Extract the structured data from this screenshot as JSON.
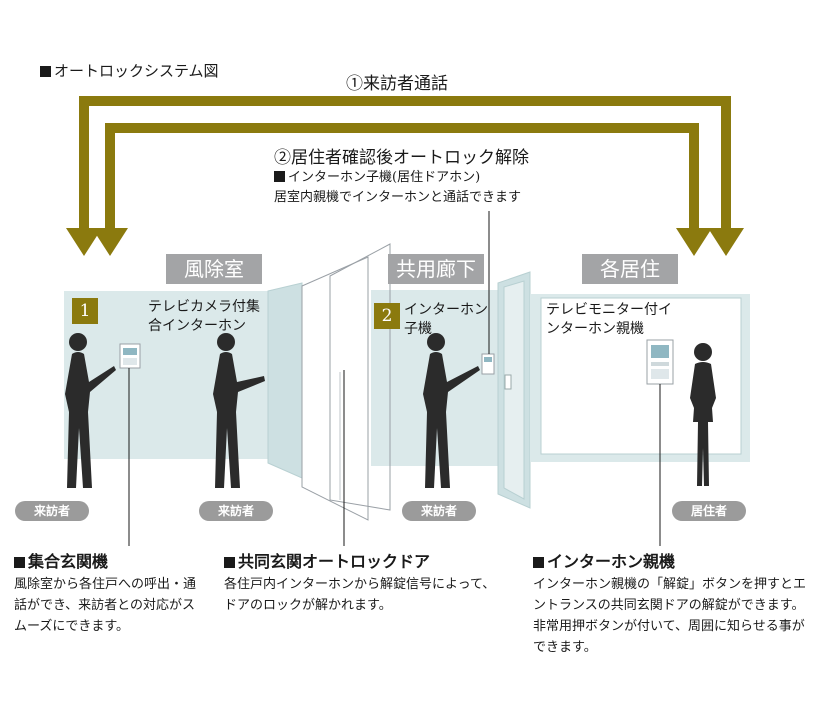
{
  "title": "オートロックシステム図",
  "flows": {
    "call": "①来訪者通話",
    "unlock": "②居住者確認後オートロック解除",
    "sub_label": "インターホン子機(居住ドアホン)",
    "sub_desc": "居室内親機でインターホンと通話できます"
  },
  "zones": [
    "風除室",
    "共用廊下",
    "各居住"
  ],
  "devices": [
    {
      "num": "1",
      "label": "テレビカメラ付集合インターホン"
    },
    {
      "num": "2",
      "label": "インターホン子機"
    },
    {
      "num": "",
      "label": "テレビモニター付インターホン親機"
    }
  ],
  "people": [
    "来訪者",
    "来訪者",
    "来訪者",
    "居住者"
  ],
  "notes": [
    {
      "heading": "集合玄関機",
      "text": "風除室から各住戸への呼出・通話ができ、来訪者との対応がスムーズにできます。"
    },
    {
      "heading": "共同玄関オートロックドア",
      "text": "各住戸内インターホンから解錠信号によって、ドアのロックが解かれます。"
    },
    {
      "heading": "インターホン親機",
      "text": "インターホン親機の「解錠」ボタンを押すとエントランスの共同玄関ドアの解錠ができます。非常用押ボタンが付いて、周囲に知らせる事ができます。"
    }
  ],
  "colors": {
    "arrow": "#8b7a0e",
    "panel": "#dbe9ea",
    "panel_edge": "#b8d0d2",
    "zone_bg": "#a3a4a6",
    "pill": "#9b9b9b",
    "figure": "#2b2b2b"
  }
}
